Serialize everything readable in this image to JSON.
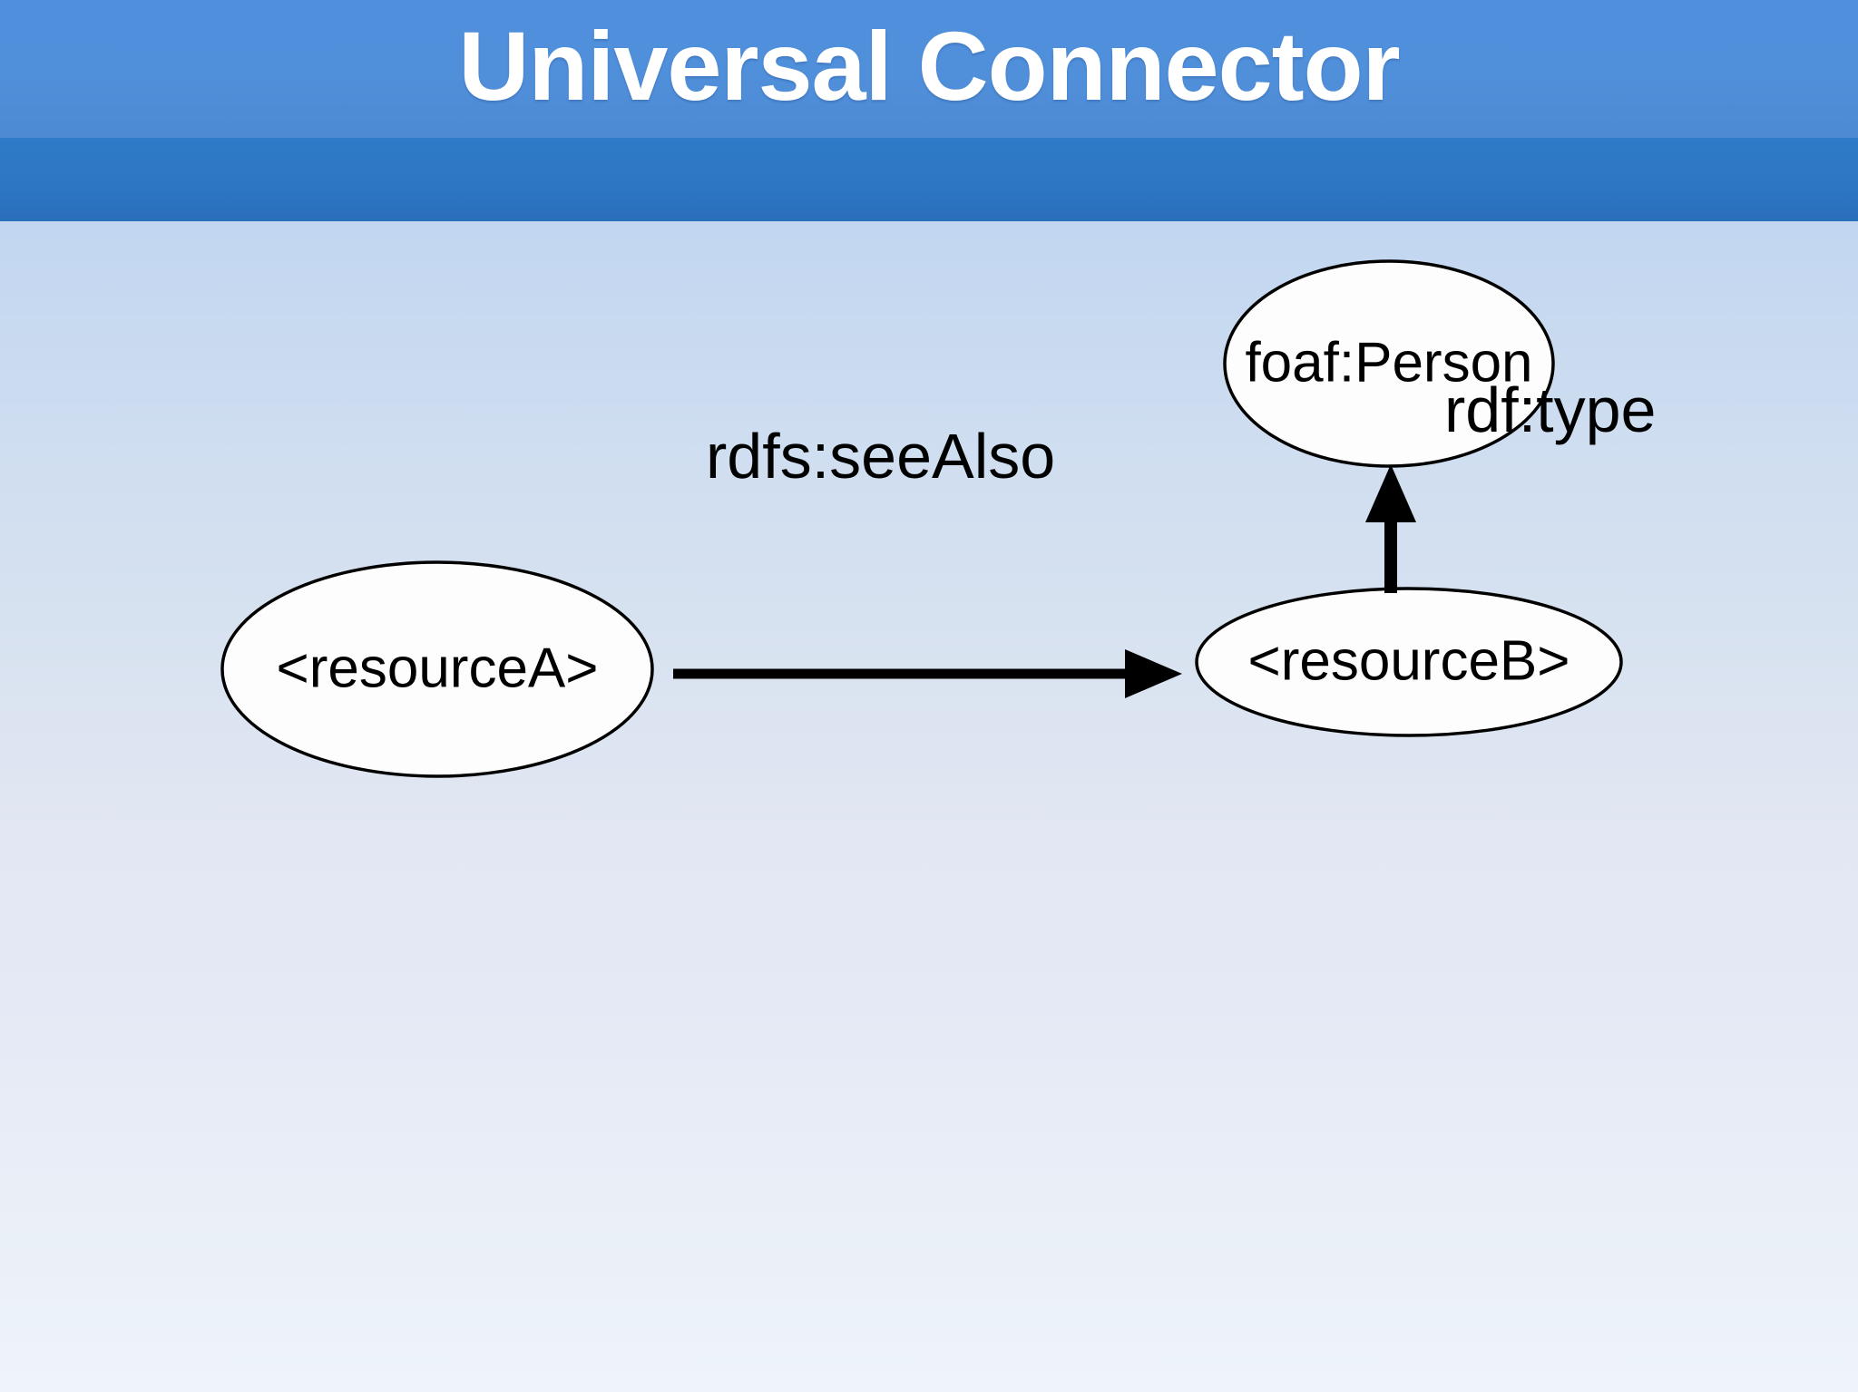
{
  "slide": {
    "title": "Universal Connector",
    "header_band_color_top": "#4f8fdc",
    "header_band_color_bottom": "#2d76c3",
    "background_top_color": "#b3cdf0",
    "background_bottom_color": "#eef4fa"
  },
  "diagram": {
    "type": "rdf-graph",
    "nodes": [
      {
        "id": "resourceA",
        "label": "<resourceA>",
        "shape": "ellipse",
        "fill": "#fdfdfd",
        "stroke": "#000000"
      },
      {
        "id": "resourceB",
        "label": "<resourceB>",
        "shape": "ellipse",
        "fill": "#fdfdfd",
        "stroke": "#000000"
      },
      {
        "id": "foafPerson",
        "label": "foaf:Person",
        "shape": "ellipse",
        "fill": "#fdfdfd",
        "stroke": "#000000"
      }
    ],
    "edges": [
      {
        "id": "edge-seealso",
        "from": "resourceA",
        "to": "resourceB",
        "label": "rdfs:seeAlso",
        "direction": "right"
      },
      {
        "id": "edge-rdftype",
        "from": "resourceB",
        "to": "foafPerson",
        "label": "rdf:type",
        "direction": "up"
      }
    ]
  }
}
